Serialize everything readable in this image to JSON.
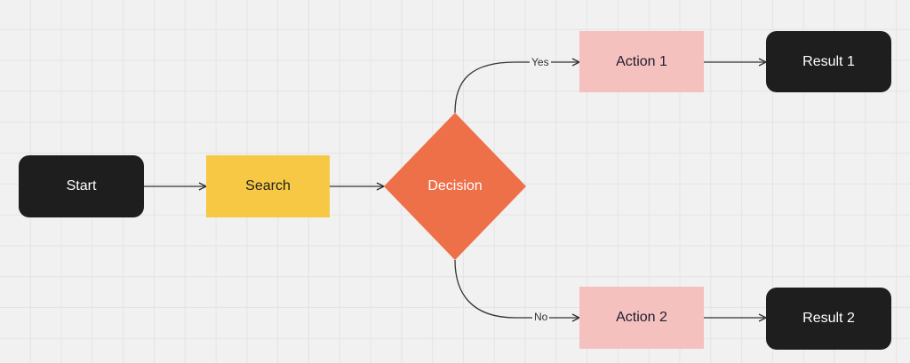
{
  "diagram": {
    "nodes": {
      "start": "Start",
      "search": "Search",
      "decision": "Decision",
      "action1": "Action 1",
      "action2": "Action 2",
      "result1": "Result 1",
      "result2": "Result 2"
    },
    "edges": {
      "yes_label": "Yes",
      "no_label": "No"
    }
  },
  "colors": {
    "terminal": "#1e1e1e",
    "process": "#f7c844",
    "decision": "#ee7049",
    "action": "#f5c1bf",
    "connector": "#333333",
    "background": "#f1f1f1"
  }
}
